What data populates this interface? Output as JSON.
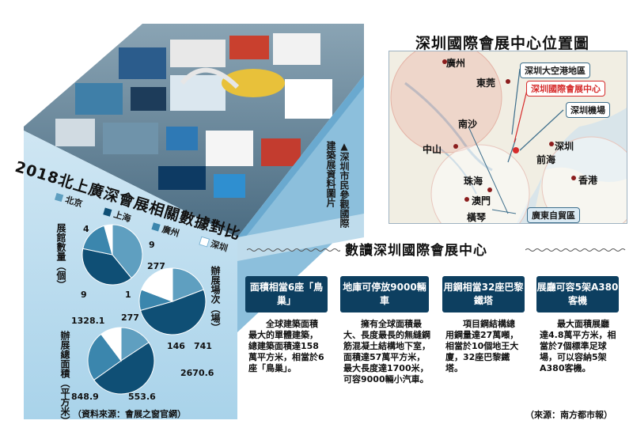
{
  "left_panel": {
    "photo_caption": "▲深圳市民參觀國際建築展資料圖片",
    "data_title": "2018北上廣深會展相關數據對比",
    "legend": [
      {
        "label": "北京",
        "color": "#5f9fc0"
      },
      {
        "label": "上海",
        "color": "#0f4f75"
      },
      {
        "label": "廣州",
        "color": "#3b86ad"
      },
      {
        "label": "深圳",
        "color": "#ffffff"
      }
    ],
    "source": "（資料來源：會展之窗官網）"
  },
  "chart_data": [
    {
      "type": "pie",
      "title": "展館數量（個）",
      "categories": [
        "北京",
        "上海",
        "廣州",
        "深圳"
      ],
      "values": [
        9,
        9,
        4,
        1
      ]
    },
    {
      "type": "pie",
      "title": "辦展場次（場）",
      "categories": [
        "北京",
        "上海",
        "廣州",
        "深圳"
      ],
      "values": [
        277,
        741,
        146,
        277
      ]
    },
    {
      "type": "pie",
      "title": "辦展總面積（平方米）",
      "categories": [
        "北京",
        "上海",
        "廣州",
        "深圳"
      ],
      "values": [
        848.9,
        2670.6,
        1328.1,
        553.6
      ]
    }
  ],
  "pie_labels": {
    "p1": {
      "a": "4",
      "b": "9",
      "c": "9",
      "d": "1"
    },
    "p2": {
      "a": "277",
      "b": "277",
      "c": "146",
      "d": "741"
    },
    "p3": {
      "a": "1328.1",
      "b": "2670.6",
      "c": "848.9",
      "d": "553.6"
    }
  },
  "map": {
    "title": "深圳國際會展中心位置圖",
    "places": [
      "廣州",
      "東莞",
      "南沙",
      "中山",
      "珠海",
      "澳門",
      "橫琴",
      "前海",
      "深圳",
      "香港"
    ],
    "callouts": [
      "深圳大空港地區",
      "深圳國際會展中心",
      "深圳機場",
      "廣東自貿區"
    ],
    "highlight_color": "#d62b2b"
  },
  "facts": {
    "title": "數讀深圳國際會展中心",
    "items": [
      {
        "head": "面積相當6座「鳥巢」",
        "body": "全球建築面積最大的單體建築，總建築面積達158萬平方米，相當於6座「鳥巢」。"
      },
      {
        "head": "地庫可停放9000輛車",
        "body": "擁有全球面積最大、長度最長的無縫鋼筋混凝土結構地下室，面積達57萬平方米，最大長度達1700米，可容9000輛小汽車。"
      },
      {
        "head": "用鋼相當32座巴黎鐵塔",
        "body": "項目鋼結構總用鋼量達27萬噸，相當於10個地王大廈，32座巴黎鐵塔。"
      },
      {
        "head": "展廳可容5架A380客機",
        "body": "最大面積展廳達4.8萬平方米，相當於7個標準足球場，可以容納5架A380客機。"
      }
    ],
    "source": "（來源：南方都市報）"
  }
}
